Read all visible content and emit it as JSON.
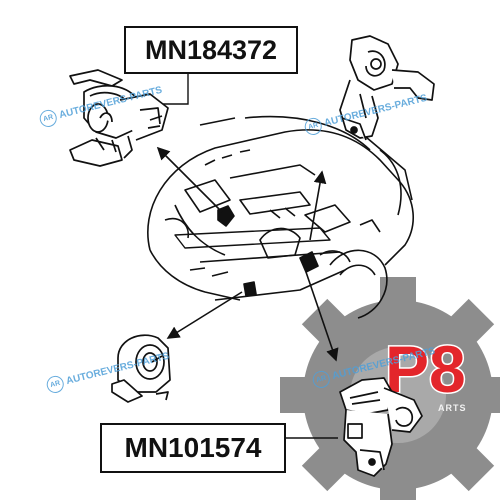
{
  "labels": {
    "top_part_number": "MN184372",
    "bottom_part_number": "MN101574"
  },
  "watermark": {
    "text": "AUTOREVERS-PARTS",
    "badge": "AR"
  },
  "logo": {
    "text": "P8",
    "suffix": "ARTS"
  },
  "colors": {
    "line": "#111111",
    "watermark_blue": "#4f9fd8",
    "logo_gear": "#7a7a7a",
    "logo_red": "#e3262b"
  }
}
